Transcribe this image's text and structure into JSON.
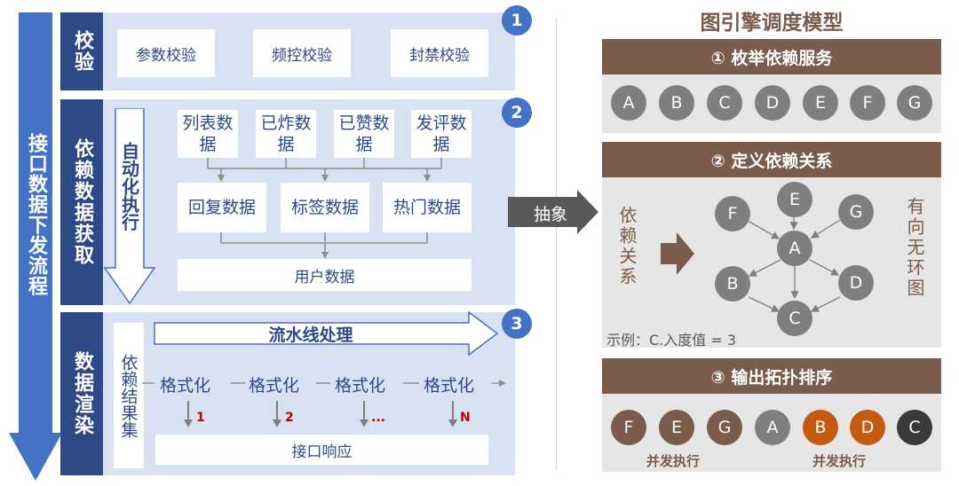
{
  "colors": {
    "navy": "#2e4a86",
    "light_blue": "#d9e2f3",
    "badge_blue": "#4472c4",
    "brown": "#7a5c4d",
    "gray_node": "#7f7f7f",
    "orange": "#c55a11",
    "dark": "#3a3a3a",
    "panel_gray": "#e7e6e6"
  },
  "left": {
    "flow_title": "接口数据下发流程",
    "sections": {
      "validate": {
        "badge": "1",
        "title": "校验",
        "boxes": [
          "参数校验",
          "频控校验",
          "封禁校验"
        ]
      },
      "fetch": {
        "badge": "2",
        "title": "依赖数据获取",
        "auto_label": "自动化执行",
        "row1": [
          "列表数据",
          "已炸数据",
          "已赞数据",
          "发评数据"
        ],
        "row2": [
          "回复数据",
          "标签数据",
          "热门数据"
        ],
        "user": "用户数据"
      },
      "render": {
        "badge": "3",
        "title": "数据渲染",
        "dep_label": "依赖结果集",
        "pipeline": "流水线处理",
        "formats": [
          "格式化",
          "格式化",
          "格式化",
          "格式化"
        ],
        "subs": [
          "1",
          "2",
          "...",
          "N"
        ],
        "response": "接口响应"
      }
    }
  },
  "abstract_label": "抽象",
  "right": {
    "title": "图引擎调度模型",
    "step1": {
      "label": "① 枚举依赖服务",
      "nodes": [
        "A",
        "B",
        "C",
        "D",
        "E",
        "F",
        "G"
      ]
    },
    "step2": {
      "label": "② 定义依赖关系",
      "left_text": "依赖关系",
      "right_text": "有向无环图",
      "nodes": [
        "F",
        "E",
        "G",
        "A",
        "B",
        "D",
        "C"
      ],
      "example": "示例：C.入度值 = 3"
    },
    "step3": {
      "label": "③ 输出拓扑排序",
      "nodes": [
        "F",
        "E",
        "G",
        "A",
        "B",
        "D",
        "C"
      ],
      "parallel": [
        "并发执行",
        "并发执行"
      ]
    }
  }
}
